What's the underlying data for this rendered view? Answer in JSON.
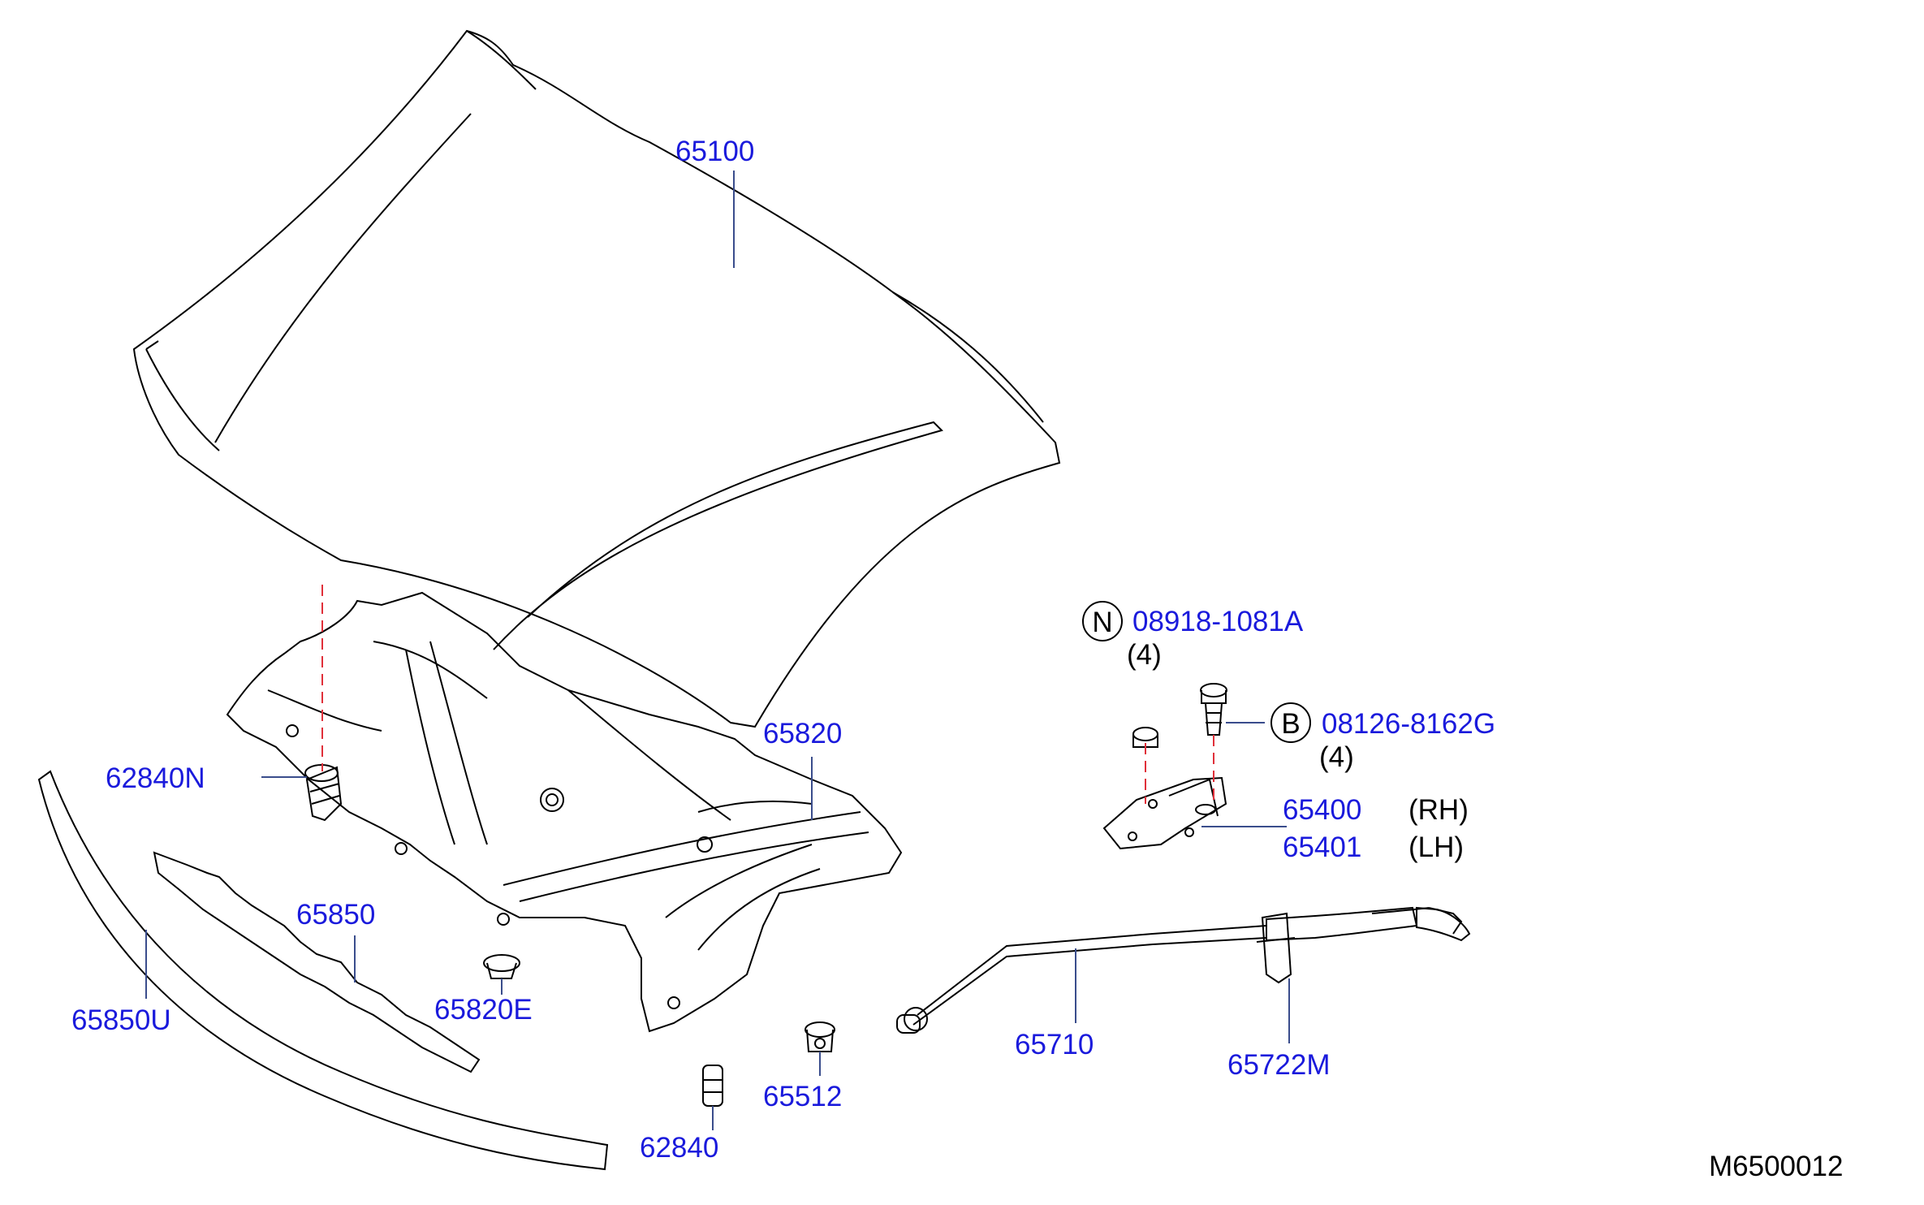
{
  "colors": {
    "part_number": "#1a1adc",
    "line": "#000000",
    "leader": "#3a4d8c",
    "alignment": "#e0303a"
  },
  "parts": {
    "p65100": "65100",
    "p62840N": "62840N",
    "p65820": "65820",
    "p65850": "65850",
    "p65850U": "65850U",
    "p65820E": "65820E",
    "p62840": "62840",
    "p65512": "65512",
    "p65710": "65710",
    "p65722M": "65722M",
    "p65400": "65400",
    "p65401": "65401",
    "nut_code": "08918-1081A",
    "bolt_code": "08126-8162G"
  },
  "qualifiers": {
    "rh": "(RH)",
    "lh": "(LH)",
    "qty_nut": "(4)",
    "qty_bolt": "(4)"
  },
  "symbols": {
    "nut": "N",
    "bolt": "B"
  },
  "diagram_code": "M6500012"
}
